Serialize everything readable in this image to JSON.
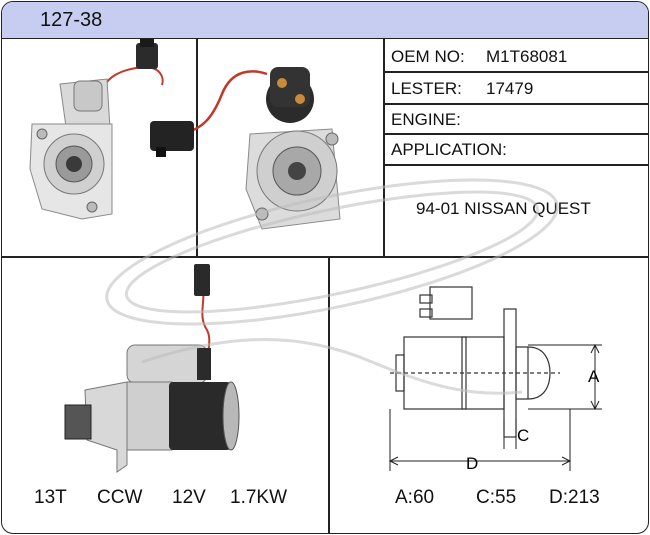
{
  "header": {
    "title": "127-38"
  },
  "info": {
    "oem_label": "OEM NO:",
    "oem_value": "M1T68081",
    "lester_label": "LESTER:",
    "lester_value": "17479",
    "engine_label": "ENGINE:",
    "application_label": "APPLICATION:",
    "application_value": "94-01 NISSAN QUEST"
  },
  "specs": {
    "teeth": "13T",
    "rotation": "CCW",
    "voltage": "12V",
    "power": "1.7KW"
  },
  "diagram": {
    "label_a": "A",
    "label_c": "C",
    "label_d": "D"
  },
  "dimensions": {
    "a": "A:60",
    "c": "C:55",
    "d": "D:213"
  },
  "colors": {
    "header_bg": "#c7cdf0",
    "border": "#222222"
  }
}
